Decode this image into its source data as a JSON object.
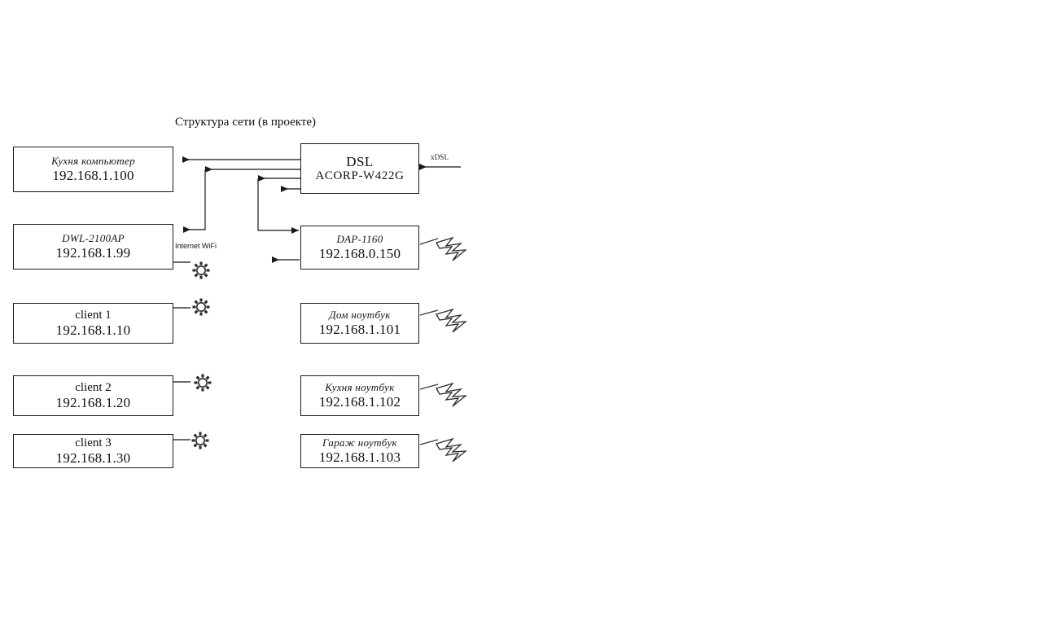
{
  "diagram": {
    "title": "Структура сети (в проекте)",
    "nodes": [
      {
        "id": "kitchen-pc",
        "name": "Кухня  компьютер",
        "ip": "192.168.1.100",
        "style": "italic"
      },
      {
        "id": "dsl-router",
        "name": "DSL",
        "ip": "ACORP-W422G",
        "style": "upright"
      },
      {
        "id": "dwl-2100ap",
        "name": "DWL-2100AP",
        "ip": "192.168.1.99",
        "style": "italic"
      },
      {
        "id": "dap-1160",
        "name": "DAP-1160",
        "ip": "192.168.0.150",
        "style": "italic"
      },
      {
        "id": "client-1",
        "name": "client 1",
        "ip": "192.168.1.10",
        "style": "upright"
      },
      {
        "id": "home-laptop",
        "name": "Дом ноутбук",
        "ip": "192.168.1.101",
        "style": "italic"
      },
      {
        "id": "client-2",
        "name": "client 2",
        "ip": "192.168.1.20",
        "style": "upright"
      },
      {
        "id": "kitchen-laptop",
        "name": "Кухня ноутбук",
        "ip": "192.168.1.102",
        "style": "italic"
      },
      {
        "id": "client-3",
        "name": "client 3",
        "ip": "192.168.1.30",
        "style": "upright"
      },
      {
        "id": "garage-laptop",
        "name": "Гараж ноутбук",
        "ip": "192.168.1.103",
        "style": "italic"
      }
    ],
    "edge_labels": {
      "xdsl": "xDSL",
      "internet_wifi": "Internet WiFi"
    },
    "icons": {
      "wifi": "wifi-starburst-icon",
      "antenna": "lightning-bolt-icon"
    },
    "colors": {
      "line": "#3a3a3a",
      "box_border": "#1a1a1a",
      "text": "#111111",
      "background": "#ffffff"
    }
  }
}
